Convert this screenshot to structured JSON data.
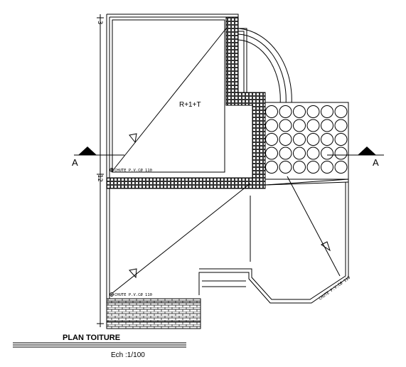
{
  "drawing": {
    "room_label": "R+1+T",
    "section_left": "A",
    "section_right": "A",
    "dim_top": "3",
    "dim_mid": "12",
    "drain_1": "CHUTE P.V.CØ 110",
    "drain_2": "CHUTE P.V.CØ 110",
    "drain_3": "CHUTE P.V.CØ 110",
    "title": "PLAN TOITURE",
    "scale": "Ech :1/100"
  },
  "colors": {
    "line": "#000000",
    "background": "#ffffff"
  },
  "skylight_grid": {
    "rows": 5,
    "cols": 6
  }
}
